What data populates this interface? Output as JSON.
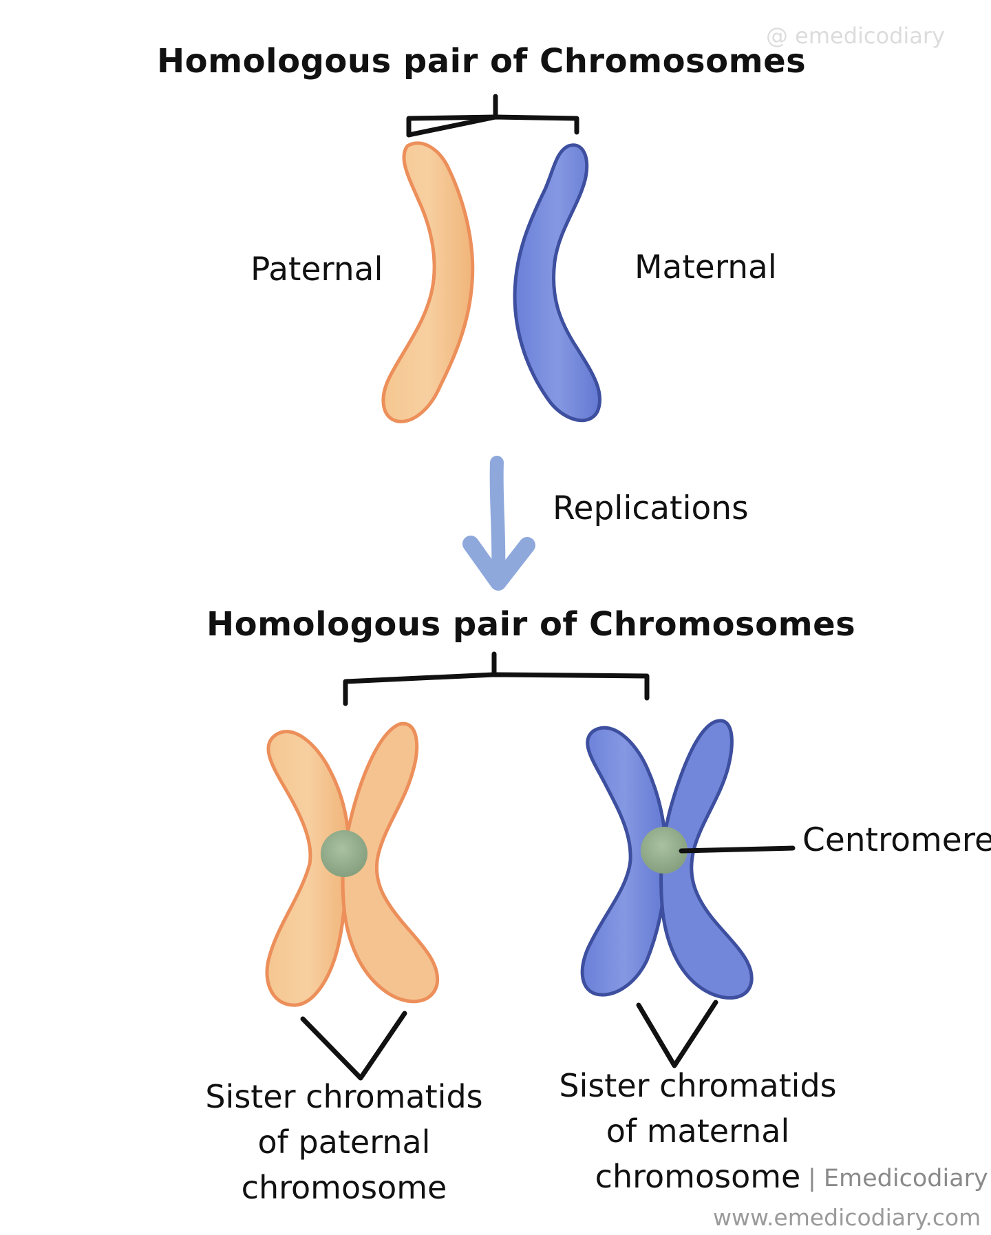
{
  "diagram": {
    "watermark_top": "@ emedicodiary",
    "top_title": "Homologous pair of Chromosomes",
    "paternal_label": "Paternal",
    "maternal_label": "Maternal",
    "arrow_label": "Replications",
    "bottom_title": "Homologous pair of Chromosomes",
    "centromere_label": "Centromere",
    "paternal_caption": [
      "Sister chromatids",
      "of paternal",
      "chromosome"
    ],
    "maternal_caption": [
      "Sister chromatids",
      "of maternal",
      "chromosome"
    ],
    "brand": "| Emedicodiary",
    "website": "www.emedicodiary.com"
  },
  "colors": {
    "paternal_fill": "#f3bf86",
    "paternal_stroke": "#ec8f5a",
    "maternal_fill": "#6f86dc",
    "maternal_stroke": "#3d4f9e",
    "centromere_fill": "#93ad8c",
    "arrow": "#8ea8dc",
    "ink": "#111111"
  }
}
